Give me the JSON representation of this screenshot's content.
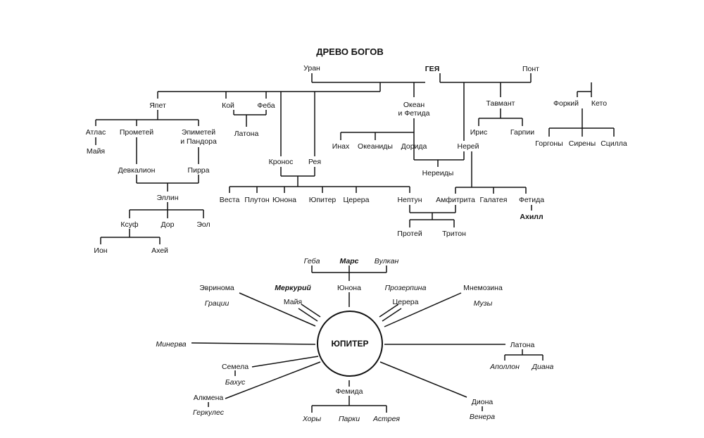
{
  "title": "ДРЕВО БОГОВ",
  "tree": {
    "uran": "Уран",
    "geya": "ГЕЯ",
    "pont": "Понт",
    "yapet": "Япет",
    "koy": "Кой",
    "feba": "Феба",
    "okean_1": "Океан",
    "okean_2": "и Фетида",
    "tavmant": "Тавмант",
    "forkiy": "Форкий",
    "keto": "Кето",
    "atlas": "Атлас",
    "mayya": "Майя",
    "prometey": "Прометей",
    "epimetey_1": "Эпиметей",
    "epimetey_2": "и Пандора",
    "latona": "Латона",
    "iris": "Ирис",
    "garpii": "Гарпии",
    "gorgony": "Горгоны",
    "sireny": "Сирены",
    "stsilla": "Сцилла",
    "inah": "Инах",
    "okeanidy": "Океаниды",
    "dorida": "Дорида",
    "nerey": "Нерей",
    "nereidy": "Нереиды",
    "kronos": "Кронос",
    "reya": "Рея",
    "devkalion": "Девкалион",
    "pirra": "Пирра",
    "ellin": "Эллин",
    "vesta": "Веста",
    "pluton": "Плутон",
    "yunona": "Юнона",
    "yupiter": "Юпитер",
    "tserera": "Церера",
    "neptun": "Нептун",
    "amfitrita": "Амфитрита",
    "galateya": "Галатея",
    "fetida": "Фетида",
    "ahill": "Ахилл",
    "ksuf": "Ксуф",
    "dor": "Дор",
    "eol": "Эол",
    "protey": "Протей",
    "triton": "Тритон",
    "ion": "Ион",
    "ahey": "Ахей"
  },
  "jupiter": {
    "center": "ЮПИТЕР",
    "geba": "Геба",
    "mars": "Марс",
    "vulkan": "Вулкан",
    "evrinoma": "Эвринома",
    "gratsii": "Грации",
    "merkuriy": "Меркурий",
    "mayya": "Майя",
    "yunona": "Юнона",
    "prozerpina": "Прозерпина",
    "tserera": "Церера",
    "mnemozina": "Мнемозина",
    "muzy": "Музы",
    "minerva": "Минерва",
    "latona": "Латона",
    "apollon": "Аполлон",
    "diana": "Диана",
    "semela": "Семела",
    "bahus": "Бахус",
    "alkmena": "Алкмена",
    "gerkules": "Геркулес",
    "femida": "Фемида",
    "hory": "Хоры",
    "parki": "Парки",
    "astreya": "Астрея",
    "diona": "Диона",
    "venera": "Венера"
  }
}
